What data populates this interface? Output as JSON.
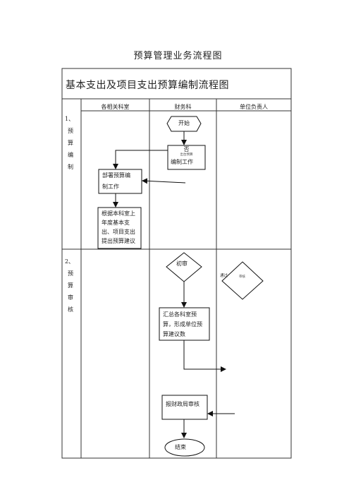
{
  "page": {
    "title": "预算管理业务流程图"
  },
  "diagram": {
    "subtitle": "基本支出及项目支出预算编制流程图",
    "columns": [
      "各相关科室",
      "财务科",
      "单位负责人"
    ],
    "phases": [
      {
        "number": "1、",
        "chars": [
          "预",
          "算",
          "编",
          "制"
        ]
      },
      {
        "number": "2、",
        "chars": [
          "预",
          "算",
          "审",
          "核"
        ]
      }
    ],
    "nodes": {
      "start": "开始",
      "finance_no": "否",
      "finance_tiny": "出台预算",
      "finance_work": "编制工作",
      "deploy_line1": "部署预算编",
      "deploy_line2": "制工作",
      "proposal_lines": [
        "根据本科室上",
        "年度基本支",
        "出、项目支出",
        "提出预算建议"
      ],
      "first_review": "初审",
      "leader_left": "通过",
      "leader_inner": "审核",
      "summary_lines": [
        "汇总各科室预",
        "算，形成单位预",
        "算建议数"
      ],
      "report": "报财政局审核",
      "end": "结束"
    }
  }
}
